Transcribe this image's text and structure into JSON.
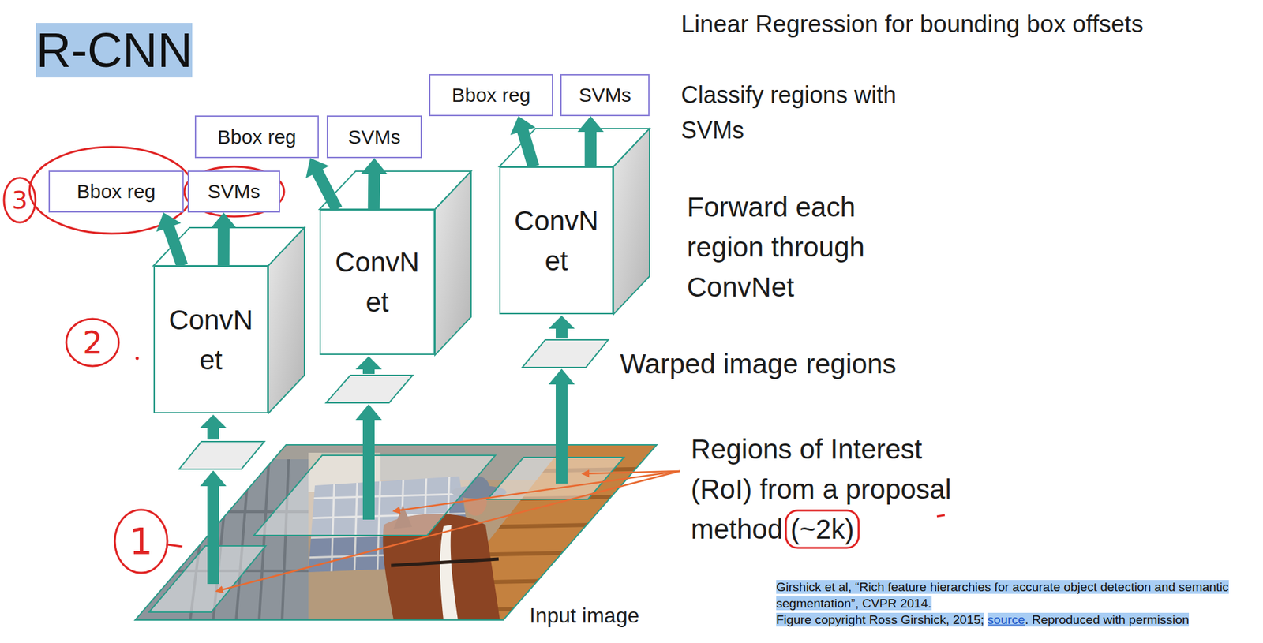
{
  "diagram": {
    "title": "R-CNN",
    "nodes": [
      {
        "text": [
          "ConvN et"
        ]
      },
      {
        "text": [
          "Bbox reg"
        ]
      },
      {
        "text": [
          "SVMs"
        ]
      },
      {
        "text": [
          "ConvN et"
        ]
      },
      {
        "text": [
          "Bbox reg"
        ]
      },
      {
        "text": [
          "SVMs"
        ]
      },
      {
        "text": [
          "ConvN et"
        ]
      },
      {
        "text": [
          "Bbox reg"
        ]
      },
      {
        "text": [
          "SVMs"
        ]
      }
    ],
    "edges": [
      {
        "from": 0,
        "to": 1,
        "arrow": "to"
      },
      {
        "from": 0,
        "to": 2,
        "arrow": "to"
      },
      {
        "from": 3,
        "to": 4,
        "arrow": "to"
      },
      {
        "from": 3,
        "to": 5,
        "arrow": "to"
      },
      {
        "from": 6,
        "to": 7,
        "arrow": "to"
      },
      {
        "from": 6,
        "to": 8,
        "arrow": "to"
      }
    ],
    "labels": [
      "Linear Regression for bounding box offsets",
      "Classify regions with SVMs",
      "Forward each region through ConvNet",
      "Warped image regions",
      "Regions of Interest (RoI) from a proposal method (~2k)",
      "Input image",
      "Girshick et al, “Rich feature hierarchies for accurate object detection and semantic segmentation”, CVPR 2014.",
      "Figure copyright Ross Girshick, 2015;",
      "source",
      ". Reproduced with permission",
      "1",
      "2",
      "3"
    ]
  }
}
